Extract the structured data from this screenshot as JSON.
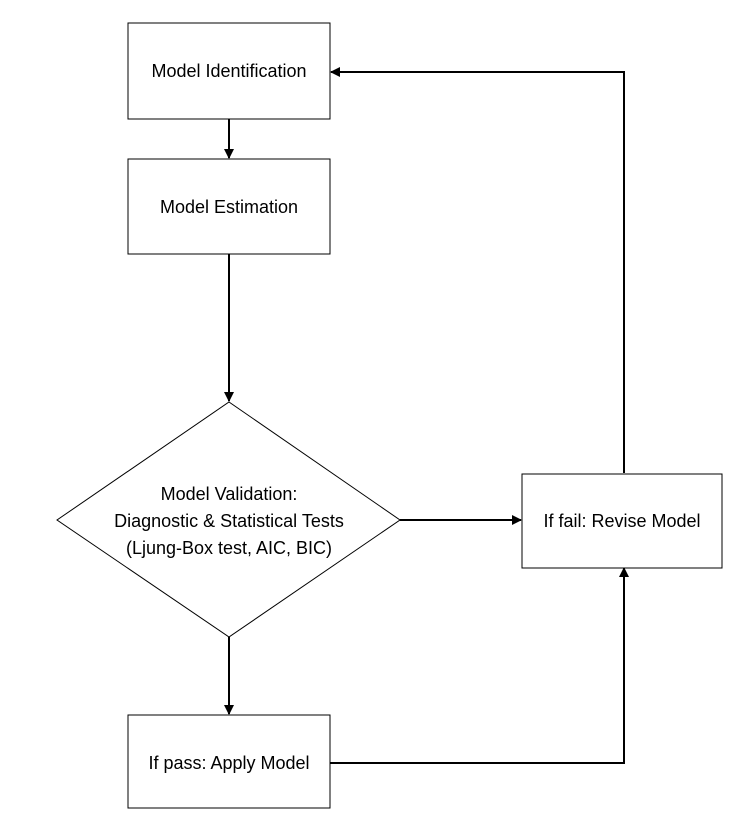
{
  "nodes": {
    "identification": {
      "label": "Model Identification"
    },
    "estimation": {
      "label": "Model Estimation"
    },
    "validation": {
      "line1": "Model Validation:",
      "line2": "Diagnostic & Statistical Tests",
      "line3": "(Ljung-Box test, AIC, BIC)"
    },
    "revise": {
      "label": "If fail: Revise Model"
    },
    "apply": {
      "label": "If pass: Apply Model"
    }
  },
  "colors": {
    "stroke": "#000000",
    "fill": "#ffffff"
  }
}
